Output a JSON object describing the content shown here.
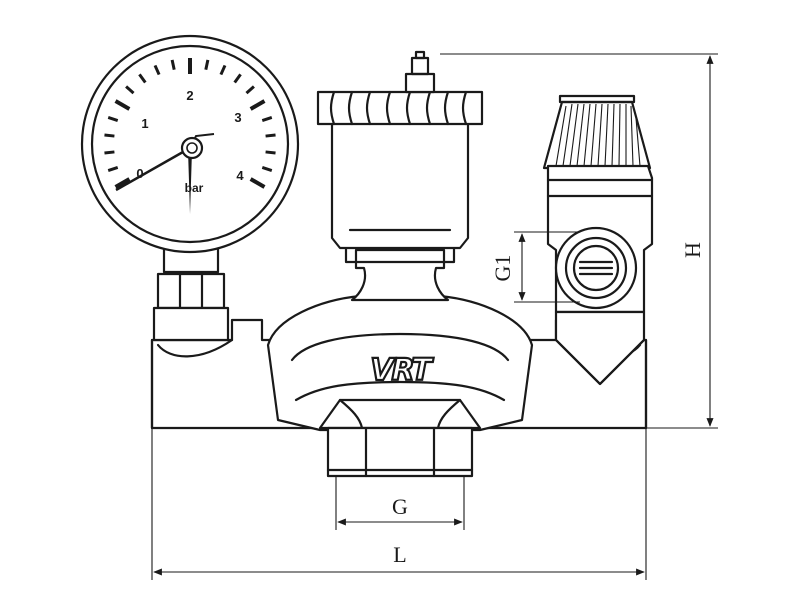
{
  "gauge": {
    "unit": "bar",
    "scale": [
      "0",
      "1",
      "2",
      "3",
      "4"
    ]
  },
  "logo": "VRT",
  "dimensions": {
    "G": "G",
    "G1": "G1",
    "H": "H",
    "L": "L"
  },
  "colors": {
    "line": "#1a1a1a",
    "background": "#ffffff"
  }
}
